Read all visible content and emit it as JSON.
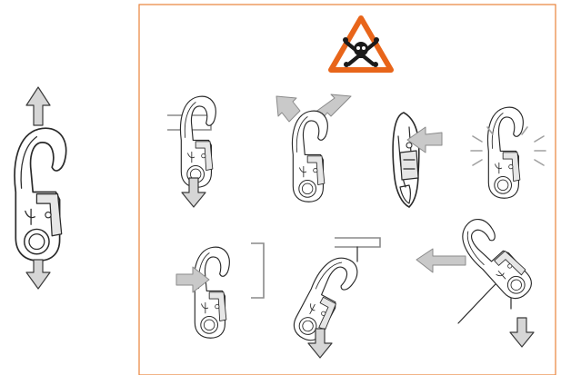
{
  "diagram": {
    "accent_color": "#e8651a",
    "frame_color": "#e8833a",
    "warning_symbol": "skull-crossbones-warning-icon",
    "reference_hook": "snap-hook-axial-load-icon",
    "misuse_panels": [
      {
        "id": "hook-over-edge",
        "icon": "snap-hook-over-edge-icon"
      },
      {
        "id": "hook-nose-pulled-apart",
        "icon": "snap-hook-nose-spread-icon"
      },
      {
        "id": "gate-side-load",
        "icon": "snap-hook-gate-side-load-icon"
      },
      {
        "id": "hook-crushed",
        "icon": "snap-hook-compression-icon"
      },
      {
        "id": "gate-pressed-against-wall",
        "icon": "snap-hook-gate-against-wall-icon"
      },
      {
        "id": "hook-over-bar",
        "icon": "snap-hook-over-bar-icon"
      },
      {
        "id": "hook-levered-across-structure",
        "icon": "snap-hook-leverage-icon"
      }
    ]
  }
}
